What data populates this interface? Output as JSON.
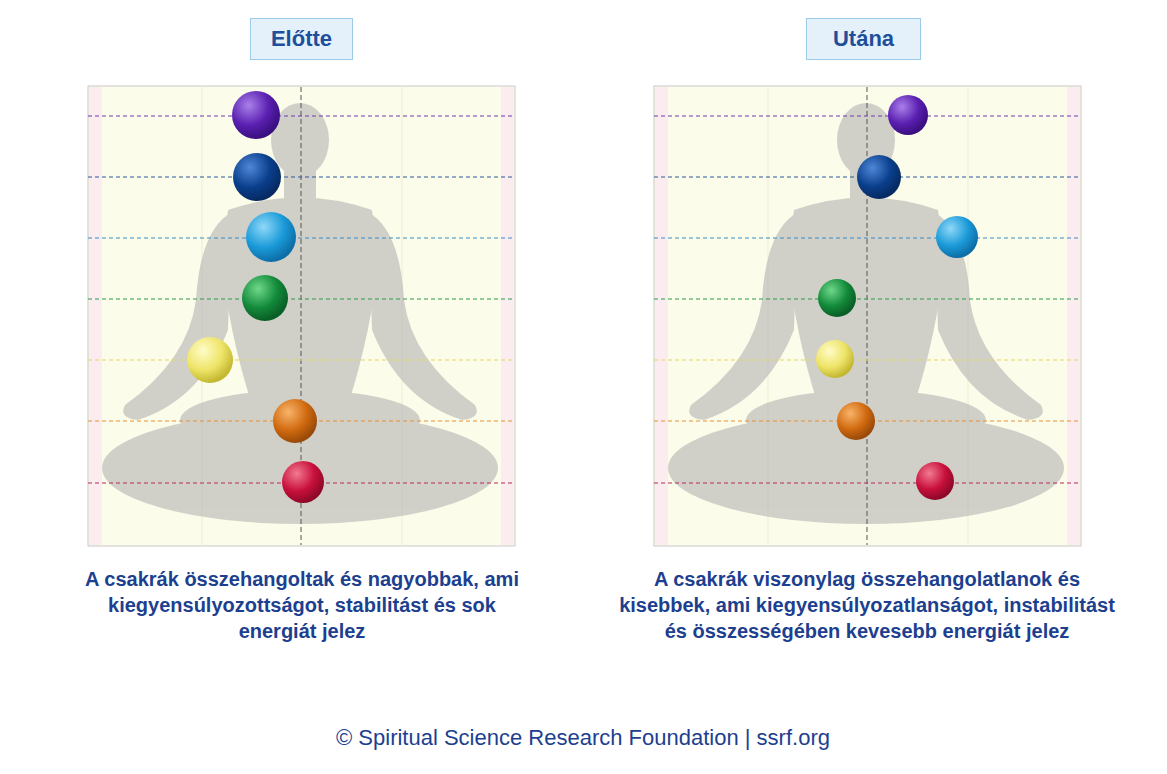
{
  "diagram": {
    "nodes": [
      {
        "text": [
          "Előtte"
        ]
      },
      {
        "text": [
          "Utána"
        ]
      }
    ],
    "labels": [
      "A csakrák összehangoltak és nagyobbak, ami kiegyensúlyozottságot, stabilitást és sok energiát jelez",
      "A csakrák viszonylag összehangolatlanok és kisebbek, ami kiegyensúlyozatlanságot, instabilitást és összességében kevesebb energiát jelez",
      "© Spiritual Science Research Foundation | ssrf.org"
    ]
  }
}
